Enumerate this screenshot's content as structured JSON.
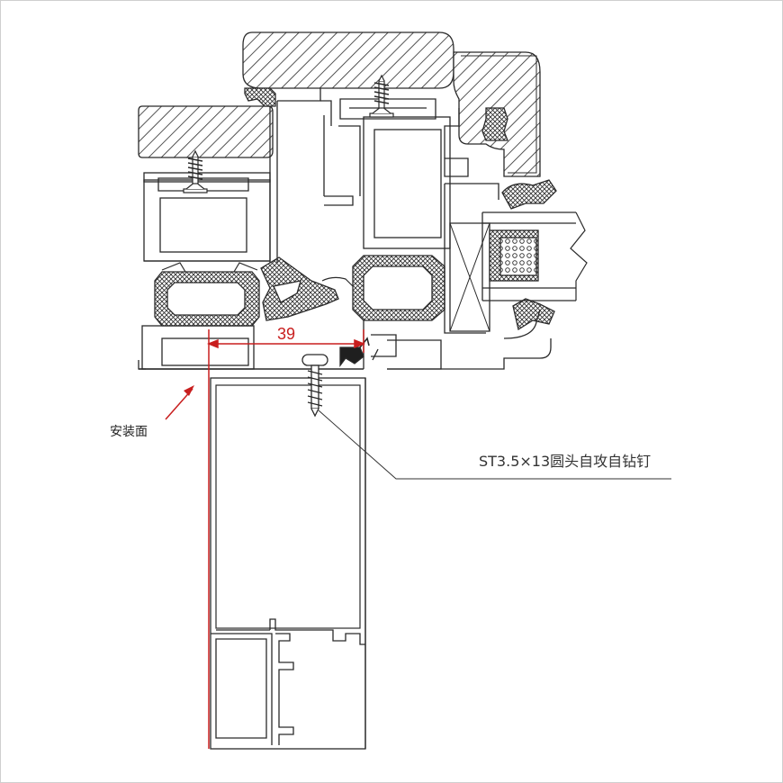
{
  "diagram": {
    "dimension_value": "39",
    "mounting_surface_label": "安装面",
    "screw_callout_label": "ST3.5×13圆头自攻自钻钉"
  },
  "colors": {
    "line": "#2a2a2a",
    "dimension": "#c81e1e",
    "background": "#ffffff",
    "frame": "#cfcfcf"
  }
}
